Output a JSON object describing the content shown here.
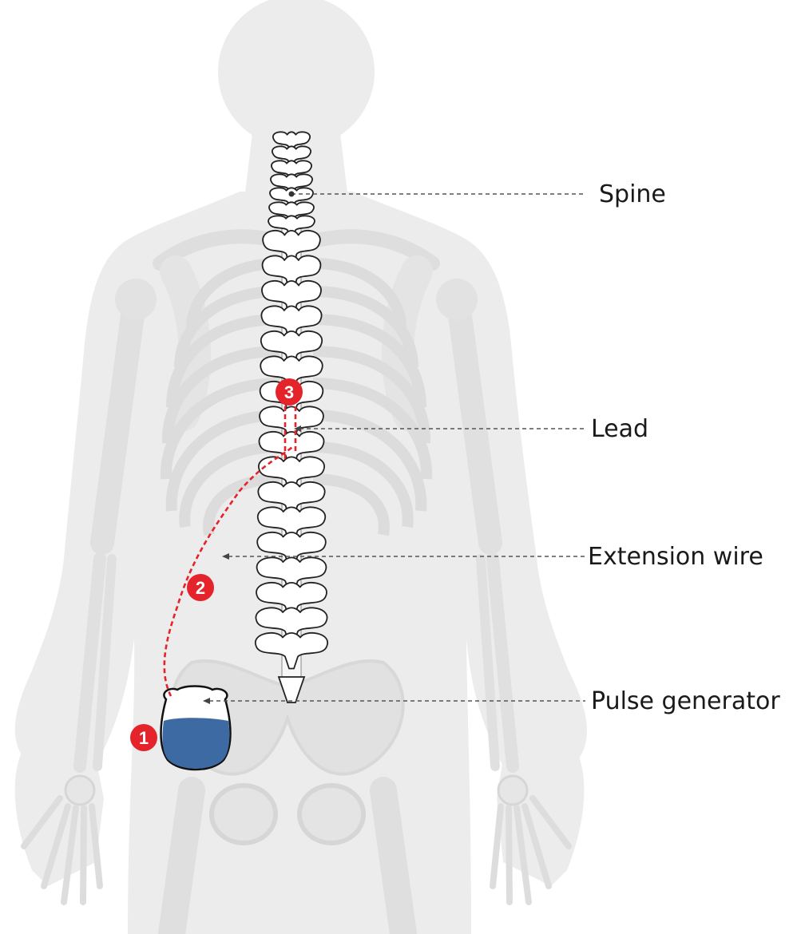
{
  "labels": {
    "spine": "Spine",
    "lead": "Lead",
    "extension_wire": "Extension wire",
    "pulse_generator": "Pulse generator"
  },
  "badges": {
    "one": "1",
    "two": "2",
    "three": "3"
  },
  "colors": {
    "body": "#ececec",
    "bone": "#e2e2e2",
    "vertebra_fill": "#ffffff",
    "vertebra_stroke": "#222222",
    "wire": "#e4232b",
    "badge": "#e4232b",
    "generator": "#3d6aa3"
  }
}
